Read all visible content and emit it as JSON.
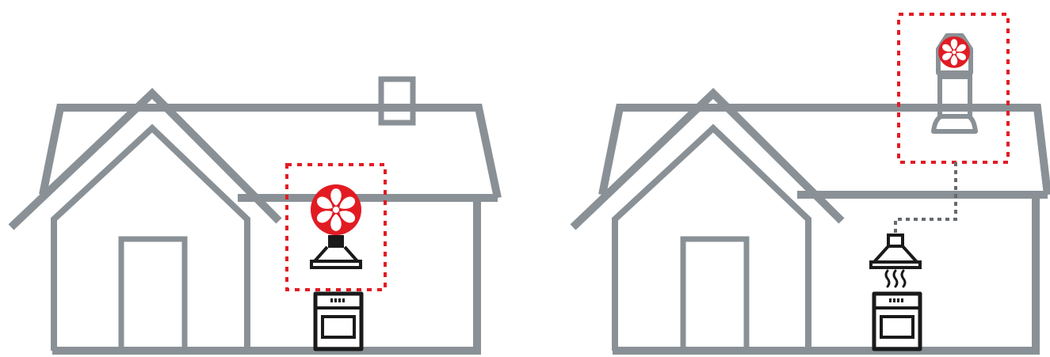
{
  "diagram": {
    "panels": [
      {
        "id": "left",
        "fan_position": "inside-above-hood",
        "fumes_shown": false
      },
      {
        "id": "right",
        "fan_position": "roof-mounted",
        "fumes_shown": true
      }
    ],
    "colors": {
      "house_outline": "#8a9196",
      "fan": "#e21b23",
      "highlight_box": "#e21b23",
      "appliance": "#1a1a1a",
      "duct_dotted": "#666a6e",
      "background": "#ffffff"
    },
    "icons": [
      "house-outline",
      "chimney",
      "fan-icon",
      "range-hood-icon",
      "stove-icon",
      "steam-icon",
      "roof-vent-fan-icon",
      "duct-line"
    ]
  }
}
